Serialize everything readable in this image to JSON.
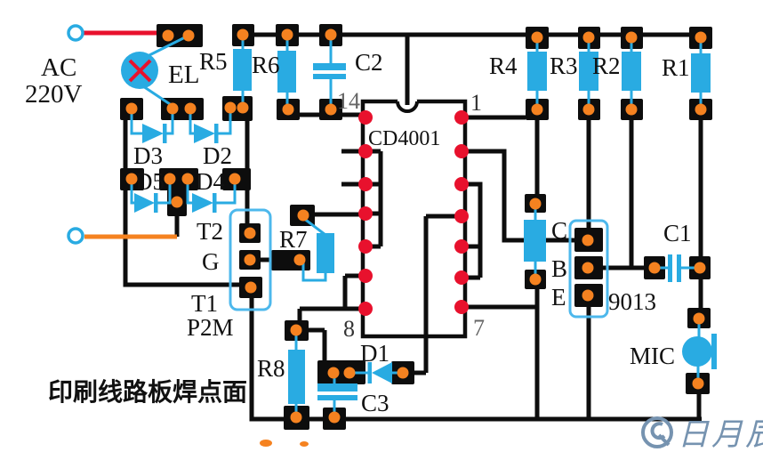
{
  "colors": {
    "component_blue": "#29abe2",
    "pad_black": "#0d0d0d",
    "dot_orange": "#f58220",
    "pin_red": "#e8112d",
    "wire_red": "#e8112d",
    "wire_orange": "#f58220",
    "outline_cyan": "#4db8ec",
    "watermark": "#7693b0"
  },
  "power": {
    "line1": "AC",
    "line2": "220V"
  },
  "lamp": {
    "label": "EL"
  },
  "resistors": {
    "r1": "R1",
    "r2": "R2",
    "r3": "R3",
    "r4": "R4",
    "r5": "R5",
    "r6": "R6",
    "r7": "R7",
    "r8": "R8"
  },
  "capacitors": {
    "c1": "C1",
    "c2": "C2",
    "c3": "C3"
  },
  "diodes": {
    "d1": "D1",
    "d2": "D2",
    "d3": "D3",
    "d4": "D4",
    "d5": "D5"
  },
  "ic": {
    "name": "CD4001",
    "pin_top_left": "14",
    "pin_top_right": "1",
    "pin_bottom_left": "8",
    "pin_bottom_right": "7"
  },
  "transistor": {
    "model": "9013",
    "pin_c": "C",
    "pin_b": "B",
    "pin_e": "E"
  },
  "triac": {
    "model": "P2M",
    "pin_t2": "T2",
    "pin_g": "G",
    "pin_t1": "T1"
  },
  "mic": {
    "label": "MIC"
  },
  "caption": "印刷线路板焊点面",
  "watermark": {
    "text": "日月辰"
  }
}
